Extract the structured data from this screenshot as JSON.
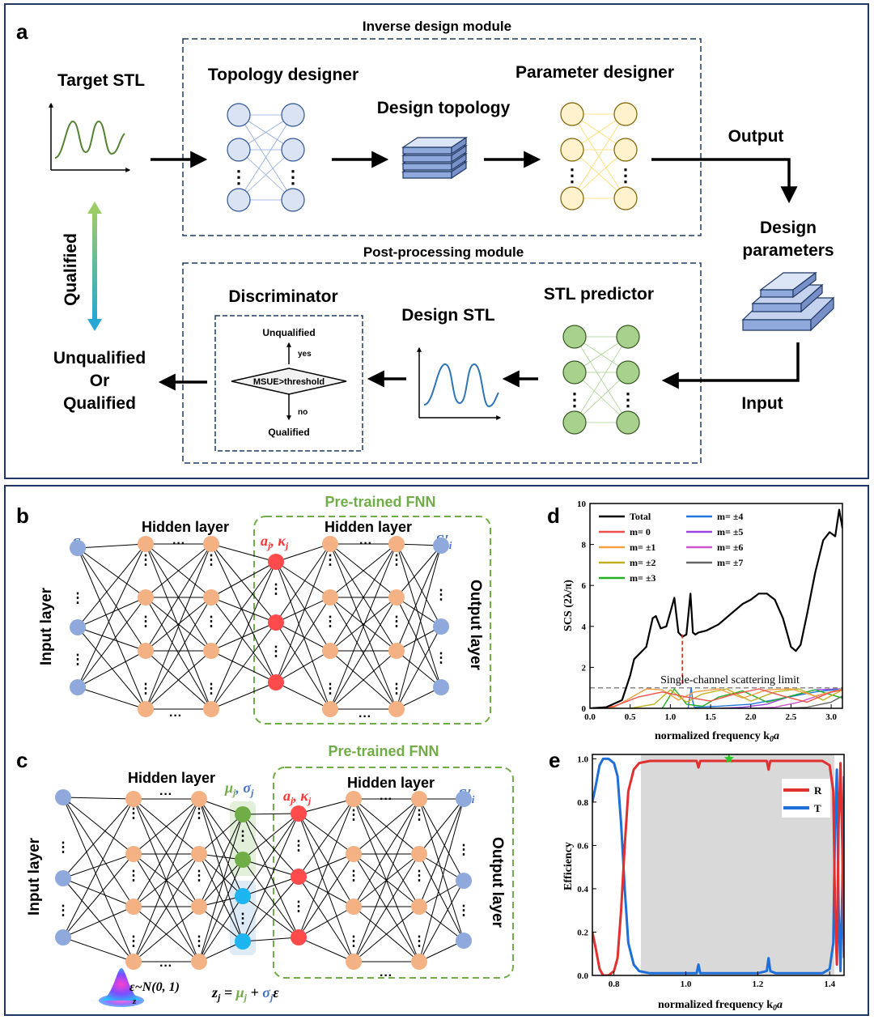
{
  "panel_a": {
    "label": "a",
    "inverse_module": "Inverse design module",
    "post_module": "Post-processing module",
    "target_stl": "Target STL",
    "topology_designer": "Topology designer",
    "design_topology": "Design topology",
    "parameter_designer": "Parameter designer",
    "output": "Output",
    "design_parameters_1": "Design",
    "design_parameters_2": "parameters",
    "input": "Input",
    "stl_predictor": "STL predictor",
    "design_stl": "Design STL",
    "discriminator": "Discriminator",
    "unqualified_top": "Unqualified",
    "yes": "yes",
    "decision": "MSUE>threshold",
    "no": "no",
    "qualified_bottom": "Qualified",
    "result_1": "Unqualified",
    "result_2": "Or",
    "result_3": "Qualified",
    "qualified_vertical": "Qualified",
    "dots": "⋮"
  },
  "panel_b": {
    "label": "b",
    "pretrained": "Pre-trained FNN",
    "hidden1": "Hidden layer",
    "hidden2": "Hidden layer",
    "input_layer": "Input layer",
    "output_layer": "Output layer",
    "si": "S",
    "si_sub": "i",
    "sip": "S′",
    "sip_sub": "i",
    "aj": "a",
    "aj_sub": "j",
    "kj": ", κ",
    "kj_sub": "j",
    "hdots": "···",
    "vdots": "⋮"
  },
  "panel_c": {
    "label": "c",
    "pretrained": "Pre-trained FNN",
    "hidden1": "Hidden layer",
    "hidden2": "Hidden layer",
    "input_layer": "Input layer",
    "output_layer": "Output layer",
    "mu": "μ",
    "mu_sub": "j",
    "sigma": ", σ",
    "sigma_sub": "j",
    "aj": "a",
    "aj_sub": "j",
    "kj": ", κ",
    "kj_sub": "j",
    "si": "S",
    "si_sub": "i",
    "sip": "S′",
    "sip_sub": "i",
    "eps": "ε~N(0, 1)",
    "z_label": "z",
    "formula_z": "z",
    "formula_sub": "j",
    "formula_eq": " = ",
    "formula_mu": "μ",
    "formula_plus": " + ",
    "formula_sigma": "σ",
    "formula_eps": "ε",
    "hdots": "···",
    "vdots": "⋮"
  },
  "panel_d": {
    "label": "d",
    "ylabel": "SCS (2λ/π)",
    "xlabel": "normalized frequency k",
    "xlabel_sub": "0",
    "xlabel_tail": "a",
    "limit_label": "Single-channel scattering limit"
  },
  "panel_e": {
    "label": "e",
    "ylabel": "Efficiency",
    "xlabel": "normalized frequency k",
    "xlabel_sub": "0",
    "xlabel_tail": "a"
  },
  "colors": {
    "blue_node": "#8fa9dc",
    "orange_node": "#f4b183",
    "red_node": "#ff4b4b",
    "green_node": "#70ad47",
    "cyan_node": "#1eb4f0",
    "green_text": "#70ad47",
    "blue_text": "#4472c4",
    "red_text": "#ff3333",
    "frame": "#1f3864"
  },
  "chart_data": [
    {
      "id": "d",
      "type": "line",
      "xlim": [
        0.0,
        3.14
      ],
      "ylim": [
        0,
        10
      ],
      "xticks": [
        "0.0",
        "0.5",
        "1.0",
        "1.5",
        "2.0",
        "2.5",
        "3.0"
      ],
      "xtick_values": [
        0,
        0.5,
        1.0,
        1.5,
        2.0,
        2.5,
        3.0
      ],
      "yticks": [
        "0",
        "2",
        "4",
        "6",
        "8",
        "10"
      ],
      "ytick_values": [
        0,
        2,
        4,
        6,
        8,
        10
      ],
      "limit_y": 1,
      "marker_x": 1.15,
      "marker_y": [
        1.2,
        3.6
      ],
      "legend": [
        {
          "name": "Total",
          "color": "#000000"
        },
        {
          "name": "m= 0",
          "color": "#f0504a"
        },
        {
          "name": "m= ±1",
          "color": "#f5a043"
        },
        {
          "name": "m= ±2",
          "color": "#c0b020"
        },
        {
          "name": "m= ±3",
          "color": "#22b022"
        },
        {
          "name": "m= ±4",
          "color": "#2277dd"
        },
        {
          "name": "m= ±5",
          "color": "#9a44e0"
        },
        {
          "name": "m= ±6",
          "color": "#cc55cc"
        },
        {
          "name": "m= ±7",
          "color": "#666666"
        }
      ],
      "series": [
        {
          "name": "Total",
          "color": "#000000",
          "x": [
            0.0,
            0.2,
            0.4,
            0.5,
            0.55,
            0.6,
            0.7,
            0.78,
            0.82,
            0.88,
            0.95,
            1.0,
            1.05,
            1.1,
            1.15,
            1.2,
            1.25,
            1.28,
            1.31,
            1.35,
            1.45,
            1.6,
            1.75,
            1.9,
            2.0,
            2.1,
            2.2,
            2.3,
            2.4,
            2.5,
            2.56,
            2.62,
            2.7,
            2.8,
            2.9,
            2.98,
            3.05,
            3.1,
            3.14
          ],
          "y": [
            0.0,
            0.05,
            0.4,
            1.6,
            2.4,
            2.6,
            3.0,
            4.4,
            4.5,
            3.9,
            4.0,
            4.7,
            5.4,
            3.7,
            3.5,
            3.6,
            5.6,
            3.7,
            3.6,
            3.7,
            3.8,
            4.1,
            4.6,
            5.1,
            5.3,
            5.6,
            5.6,
            5.3,
            4.4,
            3.0,
            2.8,
            3.1,
            4.6,
            6.6,
            8.2,
            8.6,
            8.4,
            9.7,
            8.8
          ]
        },
        {
          "name": "m= 0",
          "color": "#f0504a",
          "x": [
            0,
            0.3,
            0.6,
            0.9,
            1.2,
            1.5,
            1.8,
            2.1,
            2.4,
            2.7,
            3.0,
            3.14
          ],
          "y": [
            0,
            0.1,
            0.55,
            0.8,
            0.55,
            0.35,
            0.7,
            0.95,
            0.6,
            0.3,
            0.8,
            0.9
          ]
        },
        {
          "name": "m= ±1",
          "color": "#f5a043",
          "x": [
            0,
            0.3,
            0.5,
            0.7,
            0.9,
            1.1,
            1.3,
            1.6,
            1.9,
            2.2,
            2.5,
            2.8,
            3.14
          ],
          "y": [
            0,
            0.05,
            0.5,
            0.95,
            0.9,
            0.4,
            0.8,
            0.95,
            0.5,
            0.9,
            0.95,
            0.6,
            0.95
          ]
        },
        {
          "name": "m= ±2",
          "color": "#c0b020",
          "x": [
            0.5,
            0.8,
            1.0,
            1.2,
            1.4,
            1.7,
            2.0,
            2.3,
            2.6,
            2.9,
            3.14
          ],
          "y": [
            0,
            0.2,
            0.9,
            0.3,
            0.7,
            0.95,
            0.35,
            0.8,
            0.95,
            0.4,
            0.9
          ]
        },
        {
          "name": "m= ±3",
          "color": "#22b022",
          "x": [
            0.9,
            1.05,
            1.2,
            1.4,
            1.6,
            1.9,
            2.2,
            2.5,
            2.8,
            3.14
          ],
          "y": [
            0,
            0.95,
            0.2,
            0.1,
            0.55,
            0.85,
            0.3,
            0.6,
            0.9,
            0.5
          ]
        },
        {
          "name": "m= ±4",
          "color": "#2277dd",
          "x": [
            1.22,
            1.26,
            1.28,
            1.3,
            1.6,
            2.0,
            2.4,
            2.8,
            3.14
          ],
          "y": [
            0,
            1.0,
            0.3,
            0.05,
            0.1,
            0.2,
            0.5,
            0.8,
            0.95
          ]
        },
        {
          "name": "m= ±5",
          "color": "#9a44e0",
          "x": [
            1.6,
            1.9,
            2.2,
            2.5,
            2.8,
            3.14
          ],
          "y": [
            0,
            0.05,
            0.2,
            0.6,
            0.9,
            0.95
          ]
        },
        {
          "name": "m= ±6",
          "color": "#cc55cc",
          "x": [
            2.0,
            2.3,
            2.6,
            2.9,
            3.14
          ],
          "y": [
            0,
            0.05,
            0.3,
            0.7,
            0.9
          ]
        },
        {
          "name": "m= ±7",
          "color": "#666666",
          "x": [
            2.4,
            2.7,
            3.0,
            3.14
          ],
          "y": [
            0,
            0.05,
            0.3,
            0.6
          ]
        }
      ]
    },
    {
      "id": "e",
      "type": "line",
      "xlim": [
        0.74,
        1.44
      ],
      "ylim": [
        0,
        1.02
      ],
      "xticks": [
        "0.8",
        "1.0",
        "1.2",
        "1.4"
      ],
      "xtick_values": [
        0.8,
        1.0,
        1.2,
        1.4
      ],
      "yticks": [
        "0.0",
        "0.2",
        "0.4",
        "0.6",
        "0.8",
        "1.0"
      ],
      "ytick_values": [
        0,
        0.2,
        0.4,
        0.6,
        0.8,
        1.0
      ],
      "shaded_x": [
        0.875,
        1.413
      ],
      "star": [
        1.12,
        1.0
      ],
      "legend": [
        {
          "name": "R",
          "color": "#e03030"
        },
        {
          "name": "T",
          "color": "#1f6fd8"
        }
      ],
      "series": [
        {
          "name": "R",
          "color": "#e03030",
          "x": [
            0.74,
            0.75,
            0.76,
            0.77,
            0.785,
            0.8,
            0.81,
            0.82,
            0.83,
            0.84,
            0.855,
            0.87,
            0.9,
            1.0,
            1.03,
            1.035,
            1.04,
            1.05,
            1.1,
            1.2,
            1.225,
            1.23,
            1.235,
            1.25,
            1.3,
            1.38,
            1.4,
            1.41,
            1.415,
            1.42,
            1.425,
            1.43,
            1.435,
            1.44
          ],
          "y": [
            0.2,
            0.12,
            0.03,
            0.0,
            0.0,
            0.02,
            0.08,
            0.3,
            0.6,
            0.85,
            0.95,
            0.98,
            0.99,
            0.99,
            0.99,
            0.96,
            0.99,
            0.99,
            0.99,
            0.99,
            0.99,
            0.95,
            0.99,
            0.99,
            0.99,
            0.99,
            0.97,
            0.85,
            0.3,
            0.05,
            0.7,
            0.98,
            0.6,
            0.08
          ]
        },
        {
          "name": "T",
          "color": "#1f6fd8",
          "x": [
            0.74,
            0.75,
            0.76,
            0.77,
            0.785,
            0.8,
            0.81,
            0.82,
            0.83,
            0.84,
            0.855,
            0.87,
            0.9,
            1.0,
            1.03,
            1.035,
            1.04,
            1.05,
            1.1,
            1.2,
            1.225,
            1.23,
            1.235,
            1.25,
            1.3,
            1.38,
            1.4,
            1.41,
            1.415,
            1.42,
            1.425,
            1.43,
            1.435,
            1.44
          ],
          "y": [
            0.8,
            0.88,
            0.97,
            1.0,
            1.0,
            0.98,
            0.92,
            0.7,
            0.4,
            0.15,
            0.05,
            0.02,
            0.01,
            0.01,
            0.01,
            0.05,
            0.01,
            0.01,
            0.01,
            0.01,
            0.02,
            0.08,
            0.02,
            0.01,
            0.01,
            0.01,
            0.03,
            0.15,
            0.7,
            0.95,
            0.3,
            0.02,
            0.4,
            0.92
          ]
        }
      ]
    }
  ]
}
